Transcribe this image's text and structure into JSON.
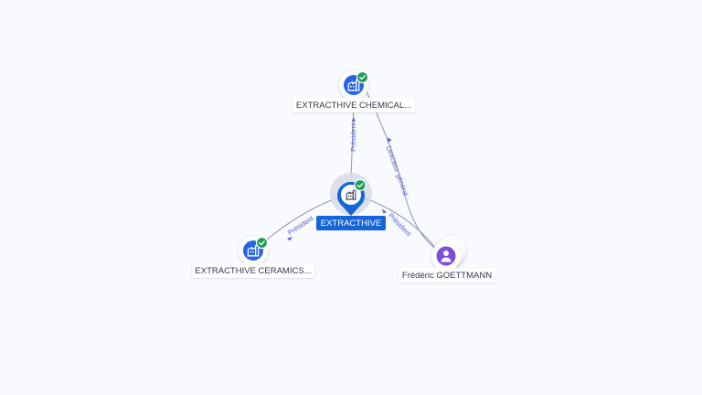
{
  "colors": {
    "background": "#f8fafd",
    "edge": "#8e94b8",
    "edge_label": "#5a63c4",
    "company_blue": "#2563eb",
    "main_blue": "#1565d8",
    "person_purple": "#7c4dde",
    "verified_green": "#1f9d55",
    "label_text": "#33374a"
  },
  "nodes": {
    "main": {
      "label": "EXTRACTHIVE",
      "icon": "building-icon",
      "verified": true
    },
    "chemicals": {
      "label": "EXTRACTHIVE CHEMICAL...",
      "icon": "building-icon",
      "verified": true
    },
    "ceramics": {
      "label": "EXTRACTHIVE CERAMICS...",
      "icon": "building-icon",
      "verified": true
    },
    "person": {
      "label": "Frédéric GOETTMANN",
      "icon": "person-icon",
      "verified": false
    }
  },
  "edges": {
    "main_chemicals": {
      "label": "Président"
    },
    "main_ceramics": {
      "label": "Président"
    },
    "main_person": {
      "label": "Président"
    },
    "chemicals_person": {
      "label": "Directeur général"
    }
  }
}
